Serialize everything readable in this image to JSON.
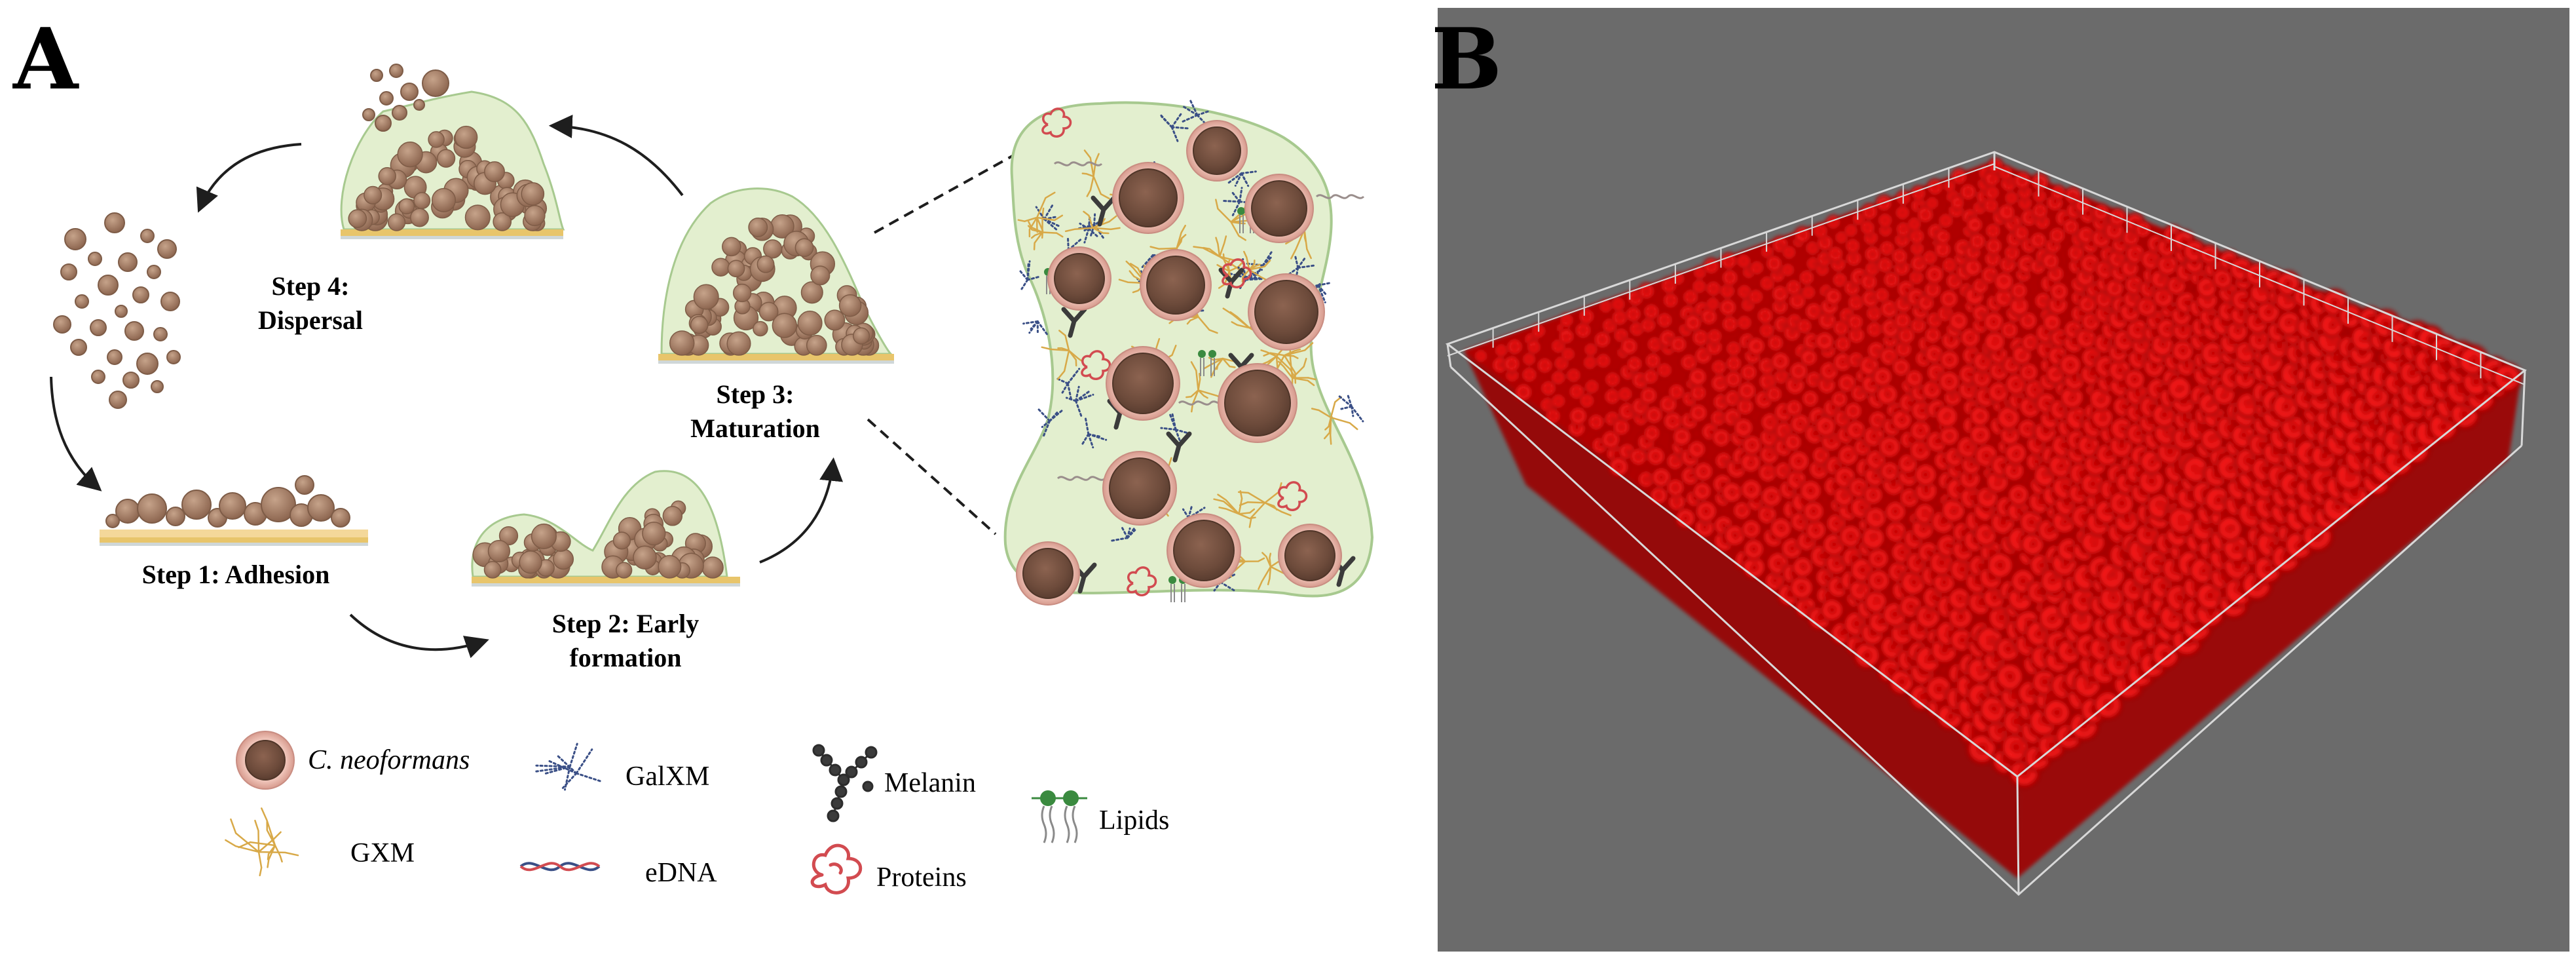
{
  "panel_a": {
    "letter": "A",
    "steps": {
      "adhesion": "Step 1: Adhesion",
      "early_formation": [
        "Step 2: Early",
        "formation"
      ],
      "maturation": [
        "Step 3:",
        "Maturation"
      ],
      "dispersal": [
        "Step 4:",
        "Dispersal"
      ]
    },
    "legend": {
      "c_neoformans": "C. neoformans",
      "galxm": "GalXM",
      "melanin": "Melanin",
      "lipids": "Lipids",
      "gxm": "GXM",
      "edna": "eDNA",
      "proteins": "Proteins"
    }
  },
  "panel_b": {
    "letter": "B"
  },
  "colors": {
    "cell_fill": "#a98269",
    "cell_stroke": "#7e5c47",
    "matrix_fill": "#e3efcf",
    "matrix_stroke": "#a7c98f",
    "substrate": "#e8c56b",
    "gxm": "#d8a948",
    "galxm": "#3a4f86",
    "melanin": "#3b3b3b",
    "protein": "#d24b50",
    "lipid": "#3a8a3f",
    "panel_b_bg": "#6b6b6b",
    "panel_b_cells": "#e01010"
  }
}
